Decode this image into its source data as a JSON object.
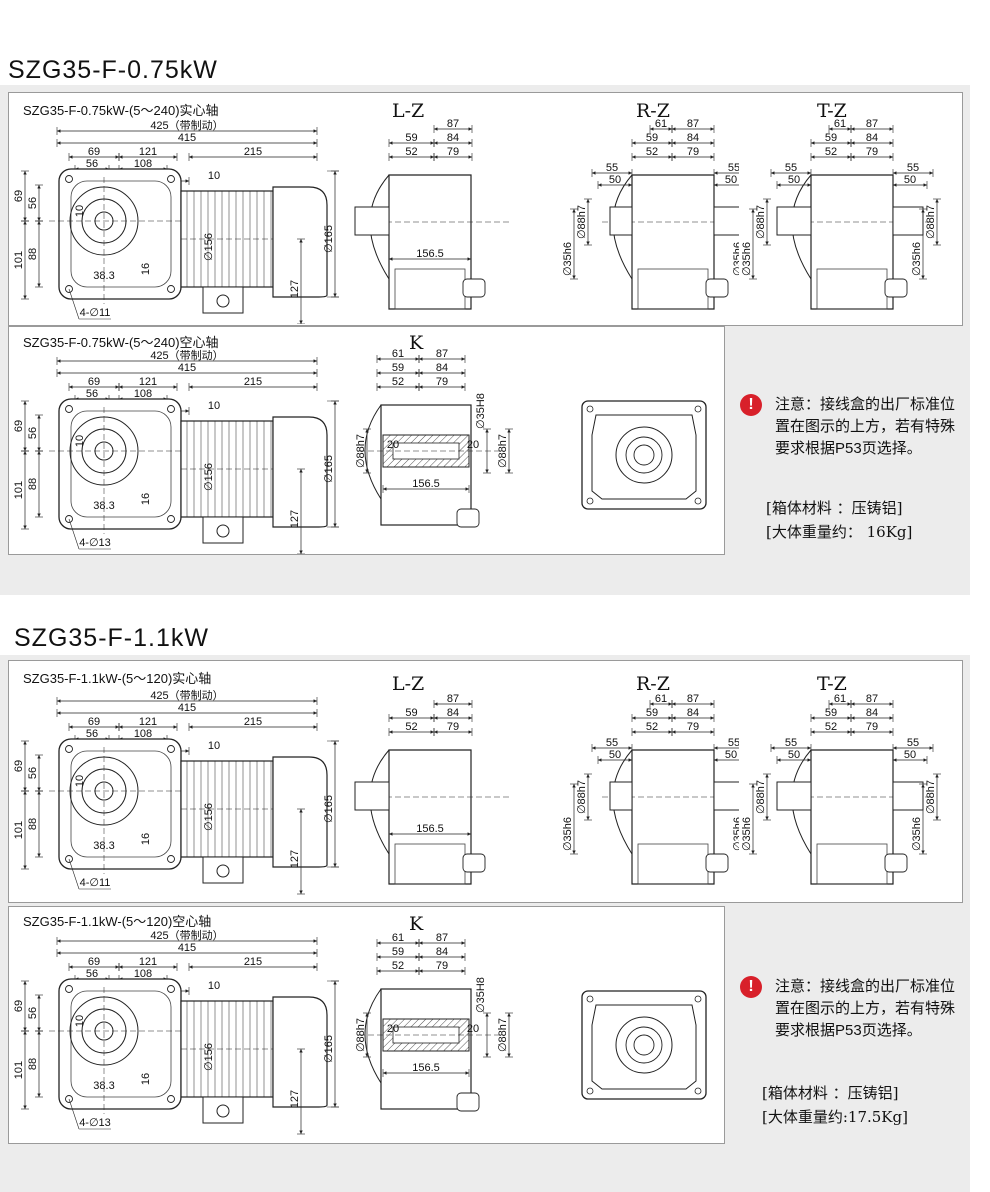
{
  "sections": [
    {
      "title": "SZG35-F-0.75kW",
      "solid": {
        "title": "SZG35-F-0.75kW-(5～240)实心轴",
        "views": [
          "L-Z",
          "R-Z",
          "T-Z"
        ],
        "bolt": "4-∅11"
      },
      "hollow": {
        "title": "SZG35-F-0.75kW-(5～240)空心轴",
        "view": "K",
        "bolt": "4-∅13"
      },
      "notice": "注意：接线盒的出厂标准位置在图示的上方，若有特殊要求根据P53页选择。",
      "spec_material": "[箱体材料 ：压铸铝]",
      "spec_weight": "[大体重量约： 16Kg]"
    },
    {
      "title": "SZG35-F-1.1kW",
      "solid": {
        "title": "SZG35-F-1.1kW-(5～120)实心轴",
        "views": [
          "L-Z",
          "R-Z",
          "T-Z"
        ],
        "bolt": "4-∅11"
      },
      "hollow": {
        "title": "SZG35-F-1.1kW-(5～120)空心轴",
        "view": "K",
        "bolt": "4-∅13"
      },
      "notice": "注意：接线盒的出厂标准位置在图示的上方，若有特殊要求根据P53页选择。",
      "spec_material": "[箱体材料 ：压铸铝]",
      "spec_weight": "[大体重量约:17.5Kg]"
    }
  ],
  "dims": {
    "main": [
      "425（带制动）",
      "415",
      "69",
      "121",
      "56",
      "108",
      "10",
      "215",
      "69",
      "56",
      "101",
      "88",
      "38.3",
      "16",
      "10",
      "∅156",
      "127",
      "∅165"
    ],
    "side": [
      "87",
      "59",
      "84",
      "52",
      "79",
      "55",
      "50",
      "∅88h7",
      "∅35h6",
      "156.5",
      "61"
    ],
    "hollow": [
      "61",
      "87",
      "59",
      "84",
      "52",
      "79",
      "∅35H8",
      "∅88h7",
      "20",
      "156.5"
    ]
  }
}
